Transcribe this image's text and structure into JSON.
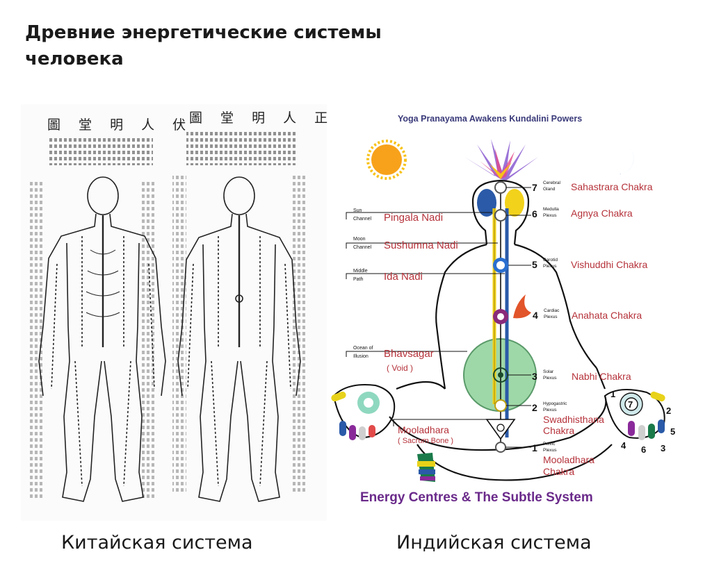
{
  "title_line1": "Древние энергетические системы",
  "title_line2": "человека",
  "left_caption": "Китайская система",
  "right_caption": "Индийская система",
  "chinese_panel": {
    "left_title": "圖 堂 明 人 伏",
    "right_title": "圖 堂 明 人 正"
  },
  "indian_panel": {
    "top_title": "Yoga Pranayama Awakens Kundalini Powers",
    "bottom_title": "Energy Centres & The Subtle System",
    "nadis": [
      {
        "small1": "Sun",
        "small2": "Channel",
        "name": "Pingala Nadi"
      },
      {
        "small1": "Moon",
        "small2": "Channel",
        "name": "Sushumna Nadi"
      },
      {
        "small1": "Middle",
        "small2": "Path",
        "name": "Ida Nadi"
      }
    ],
    "bhavsagar": {
      "small1": "Ocean of",
      "small2": "Illusion",
      "name": "Bhavsagar",
      "sub": "( Void )"
    },
    "mooladhara_left": {
      "name": "Mooladhara",
      "sub": "( Sacrum Bone )"
    },
    "chakras": [
      {
        "num": "7",
        "small1": "Cerebral",
        "small2": "Gland",
        "name": "Sahastrara Chakra"
      },
      {
        "num": "6",
        "small1": "Medulla",
        "small2": "Plexus",
        "name": "Agnya Chakra"
      },
      {
        "num": "5",
        "small1": "Carotid",
        "small2": "Plexus",
        "name": "Vishuddhi Chakra"
      },
      {
        "num": "4",
        "small1": "Cardiac",
        "small2": "Plexus",
        "name": "Anahata Chakra"
      },
      {
        "num": "3",
        "small1": "Solar",
        "small2": "Plexus",
        "name": "Nabhi Chakra"
      },
      {
        "num": "2",
        "small1": "Hypogastric",
        "small2": "Plexus",
        "name": "Swadhisthana",
        "name2": "Chakra"
      },
      {
        "num": "1",
        "small1": "Pelvic",
        "small2": "Plexus",
        "name": "Mooladhara",
        "name2": "Chakra"
      }
    ],
    "hand_numbers": [
      "1",
      "7",
      "2",
      "5",
      "3",
      "6",
      "4"
    ]
  },
  "colors": {
    "label_red": "#b5323a",
    "bottom_title": "#6a2a8a",
    "top_title": "#3a3a7a",
    "sun": "#f28a1a",
    "moon": "#2a6fd0",
    "void_green": "#8fcf9a",
    "pingala_yellow": "#e8d21a",
    "ida_blue": "#2a5aa8"
  }
}
